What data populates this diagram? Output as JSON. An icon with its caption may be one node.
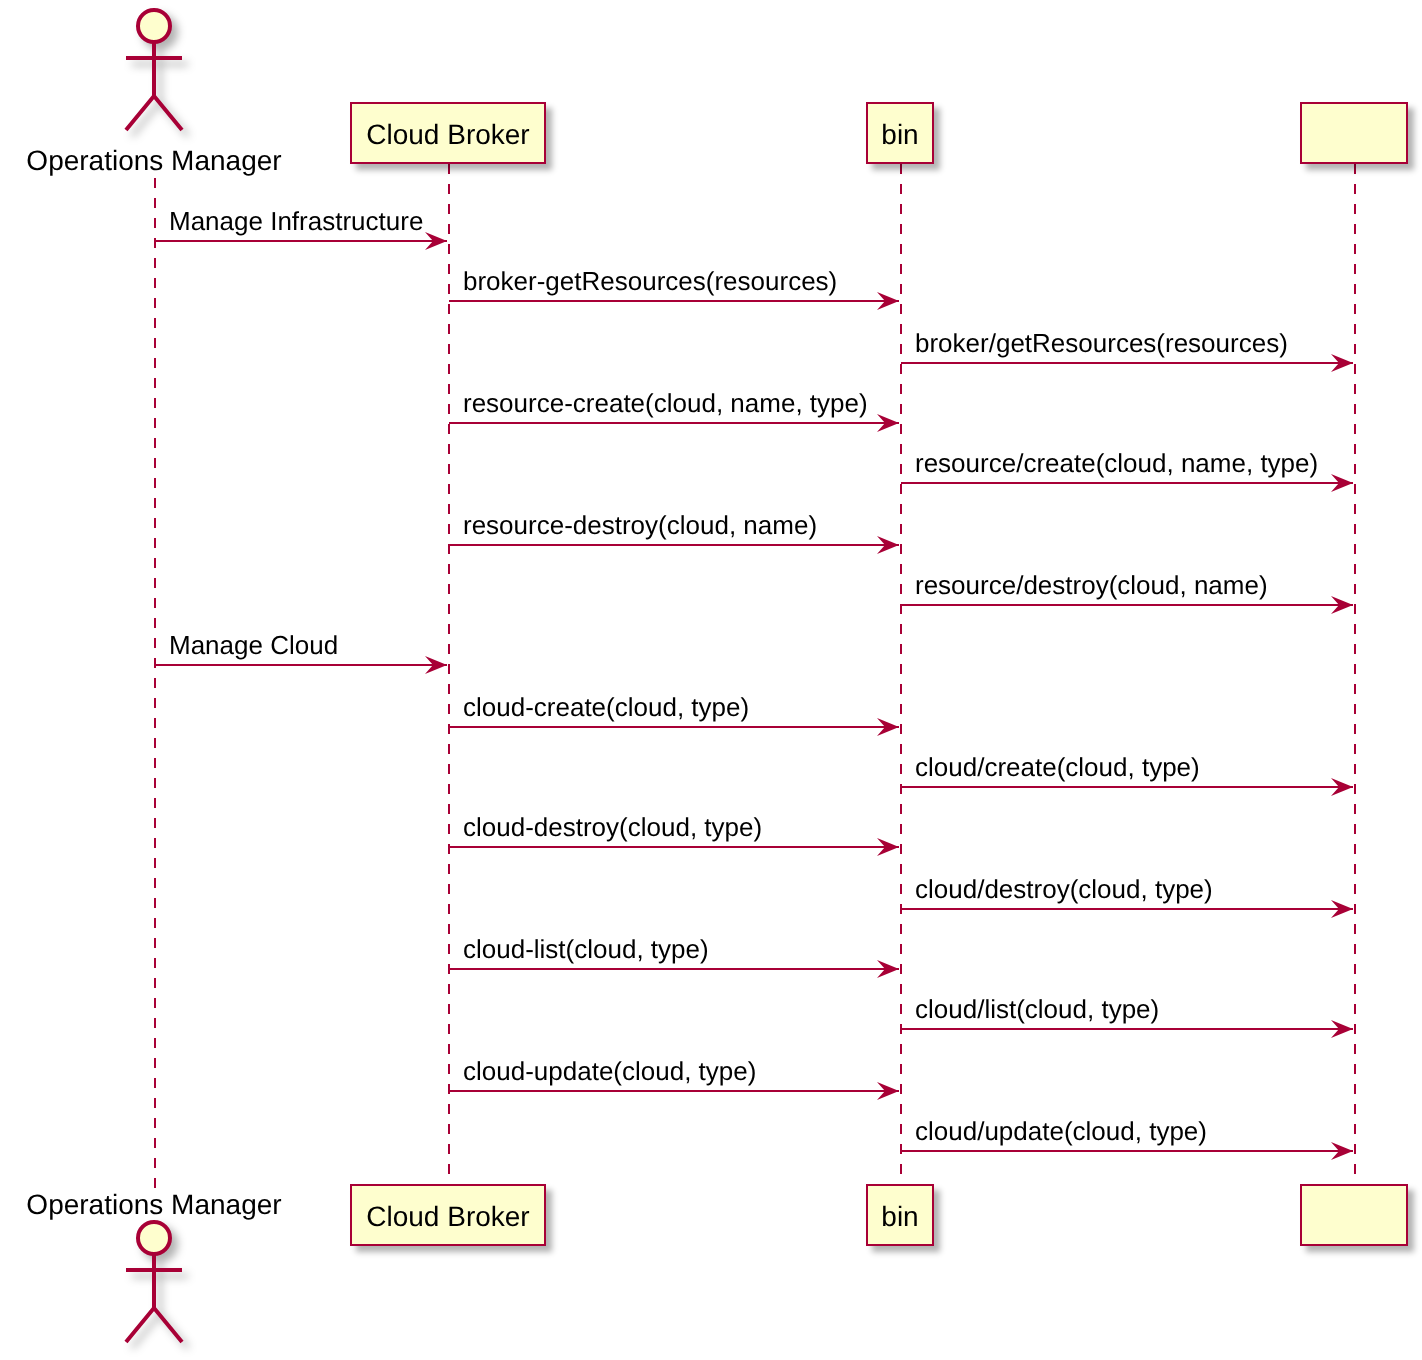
{
  "diagram": {
    "nodes": [
      {
        "text": [
          "Operations Manager"
        ]
      },
      {
        "text": [
          "Cloud Broker"
        ]
      },
      {
        "text": [
          "bin"
        ]
      },
      {
        "text": [],
        "shape": "box"
      },
      {
        "text": [],
        "shape": "line"
      },
      {
        "text": [],
        "shape": "line"
      },
      {
        "text": [],
        "shape": "line"
      },
      {
        "text": [],
        "shape": "line"
      },
      {
        "text": [
          "Operations Manager"
        ]
      },
      {
        "text": [
          "Cloud Broker"
        ]
      },
      {
        "text": [
          "bin"
        ]
      },
      {
        "text": [],
        "shape": "box"
      }
    ],
    "edges": [
      {
        "from": 4,
        "to": 5,
        "arrow": "to",
        "label": "Manage Infrastructure"
      },
      {
        "from": 5,
        "to": 6,
        "arrow": "to",
        "label": "broker-getResources(resources)"
      },
      {
        "from": 6,
        "to": 7,
        "arrow": "to",
        "label": "broker/getResources(resources)"
      },
      {
        "from": 5,
        "to": 6,
        "arrow": "to",
        "label": "resource-create(cloud, name, type)"
      },
      {
        "from": 6,
        "to": 7,
        "arrow": "to",
        "label": "resource/create(cloud, name, type)"
      },
      {
        "from": 5,
        "to": 6,
        "arrow": "to",
        "label": "resource-destroy(cloud, name)"
      },
      {
        "from": 6,
        "to": 7,
        "arrow": "to",
        "label": "resource/destroy(cloud, name)"
      },
      {
        "from": 4,
        "to": 5,
        "arrow": "to",
        "label": "Manage Cloud"
      },
      {
        "from": 5,
        "to": 6,
        "arrow": "to",
        "label": "cloud-create(cloud, type)"
      },
      {
        "from": 6,
        "to": 7,
        "arrow": "to",
        "label": "cloud/create(cloud, type)"
      },
      {
        "from": 5,
        "to": 6,
        "arrow": "to",
        "label": "cloud-destroy(cloud, type)"
      },
      {
        "from": 6,
        "to": 7,
        "arrow": "to",
        "label": "cloud/destroy(cloud, type)"
      },
      {
        "from": 5,
        "to": 6,
        "arrow": "to",
        "label": "cloud-list(cloud, type)"
      },
      {
        "from": 6,
        "to": 7,
        "arrow": "to",
        "label": "cloud/list(cloud, type)"
      },
      {
        "from": 5,
        "to": 6,
        "arrow": "to",
        "label": "cloud-update(cloud, type)"
      },
      {
        "from": 6,
        "to": 7,
        "arrow": "to",
        "label": "cloud/update(cloud, type)"
      }
    ]
  }
}
